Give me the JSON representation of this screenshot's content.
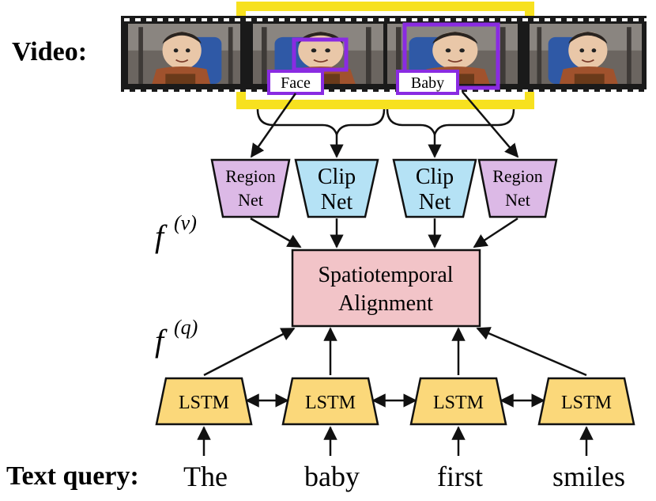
{
  "video_label": "Video:",
  "text_query_label": "Text query:",
  "region_tags": {
    "face": "Face",
    "baby": "Baby"
  },
  "encoders": {
    "region_net_left": {
      "line1": "Region",
      "line2": "Net"
    },
    "clip_net_left": {
      "line1": "Clip",
      "line2": "Net"
    },
    "clip_net_right": {
      "line1": "Clip",
      "line2": "Net"
    },
    "region_net_right": {
      "line1": "Region",
      "line2": "Net"
    }
  },
  "feature_labels": {
    "video": {
      "base": "f",
      "sup": "(v)"
    },
    "query": {
      "base": "f",
      "sup": "(q)"
    }
  },
  "alignment": {
    "line1": "Spatiotemporal",
    "line2": "Alignment"
  },
  "lstm_label": "LSTM",
  "query_words": [
    "The",
    "baby",
    "first",
    "smiles"
  ],
  "colors": {
    "highlight": "#f7e11f",
    "region_box": "#8a2be2",
    "region_net": "#dcb9e6",
    "clip_net": "#b5e2f5",
    "alignment": "#f2c4c8",
    "lstm": "#fbd87a",
    "film": "#1a1a1a"
  },
  "icons": [
    "baby-frame-image",
    "film-sprocket-icon",
    "arrow-icon",
    "bidirectional-arrow-icon"
  ]
}
